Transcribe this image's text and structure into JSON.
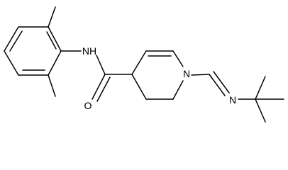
{
  "molecule": {
    "atoms": {
      "nh": "NH",
      "o": "O",
      "n_ring": "N",
      "n_imine": "N"
    },
    "colors": {
      "bond": "#000000",
      "text": "#000000",
      "background": "#ffffff"
    }
  }
}
